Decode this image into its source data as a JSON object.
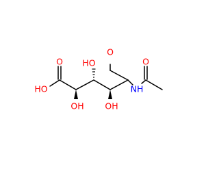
{
  "molecule": {
    "colors": {
      "bond": "#000000",
      "oxygen": "#ff0000",
      "nitrogen": "#0000ff"
    },
    "labels": {
      "aldehyde_o": "O",
      "amide_o": "O",
      "acid_o_double": "O",
      "acid_oh": "HO",
      "oh_c2": "OH",
      "oh_c3": "HO",
      "oh_c4": "OH",
      "nh": "NH"
    }
  }
}
